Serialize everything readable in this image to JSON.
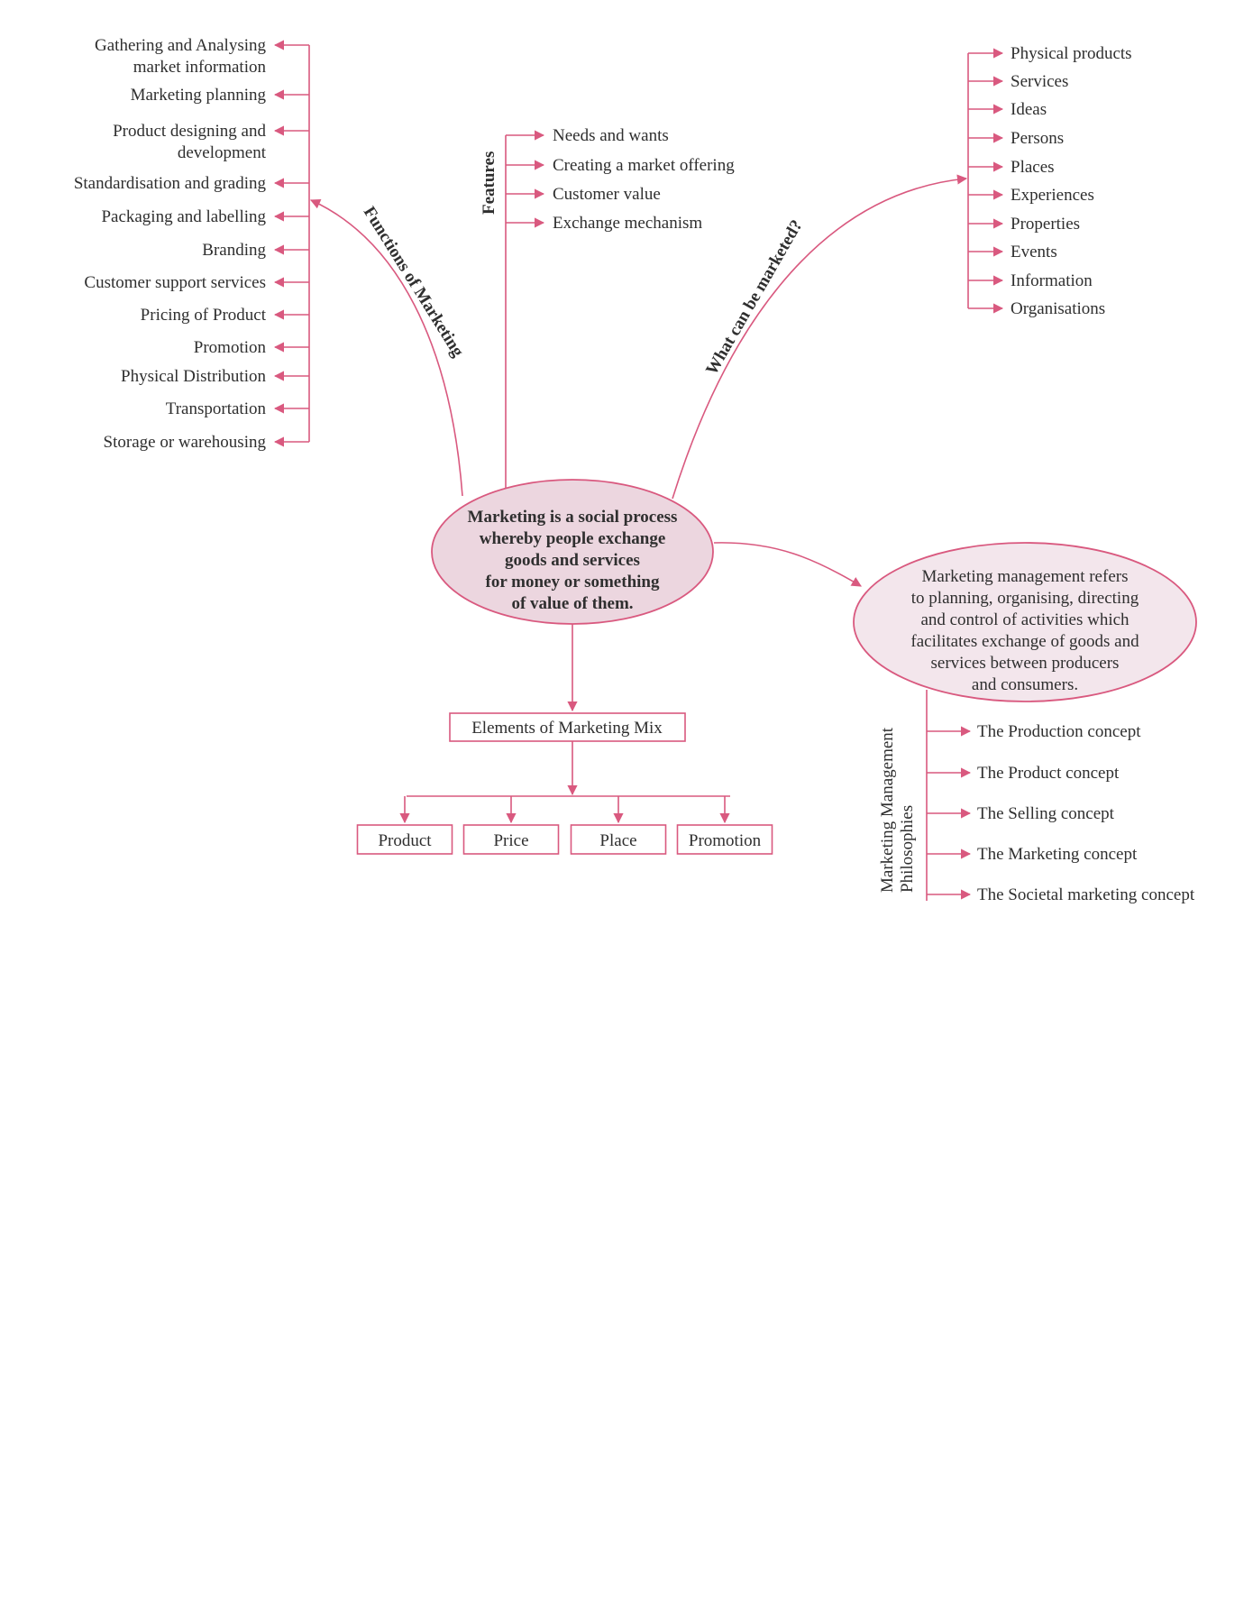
{
  "colors": {
    "accent": "#d9597f",
    "oval_fill": "#ecd6df",
    "text": "#2f2f2f"
  },
  "center": {
    "lines": [
      "Marketing is a social process",
      "whereby people exchange",
      "goods and services",
      "for money or something",
      "of value of them."
    ]
  },
  "management": {
    "lines": [
      "Marketing management refers",
      "to planning, organising, directing",
      "and control of activities which",
      "facilitates exchange of goods and",
      "services between producers",
      "and consumers."
    ]
  },
  "functions": {
    "label": "Functions of Marketing",
    "items": [
      "Gathering and Analysing|market information",
      "Marketing planning",
      "Product designing and|development",
      "Standardisation and grading",
      "Packaging and labelling",
      "Branding",
      "Customer support services",
      "Pricing of Product",
      "Promotion",
      "Physical Distribution",
      "Transportation",
      "Storage or warehousing"
    ]
  },
  "features": {
    "label": "Features",
    "items": [
      "Needs and wants",
      "Creating a market offering",
      "Customer value",
      "Exchange mechanism"
    ]
  },
  "marketed": {
    "label": "What can be marketed?",
    "items": [
      "Physical products",
      "Services",
      "Ideas",
      "Persons",
      "Places",
      "Experiences",
      "Properties",
      "Events",
      "Information",
      "Organisations"
    ]
  },
  "marketing_mix": {
    "title": "Elements of Marketing Mix",
    "items": [
      "Product",
      "Price",
      "Place",
      "Promotion"
    ]
  },
  "philosophies": {
    "label_lines": [
      "Marketing Management",
      "Philosophies"
    ],
    "items": [
      "The Production concept",
      "The Product concept",
      "The Selling concept",
      "The Marketing concept",
      "The Societal marketing concept"
    ]
  }
}
